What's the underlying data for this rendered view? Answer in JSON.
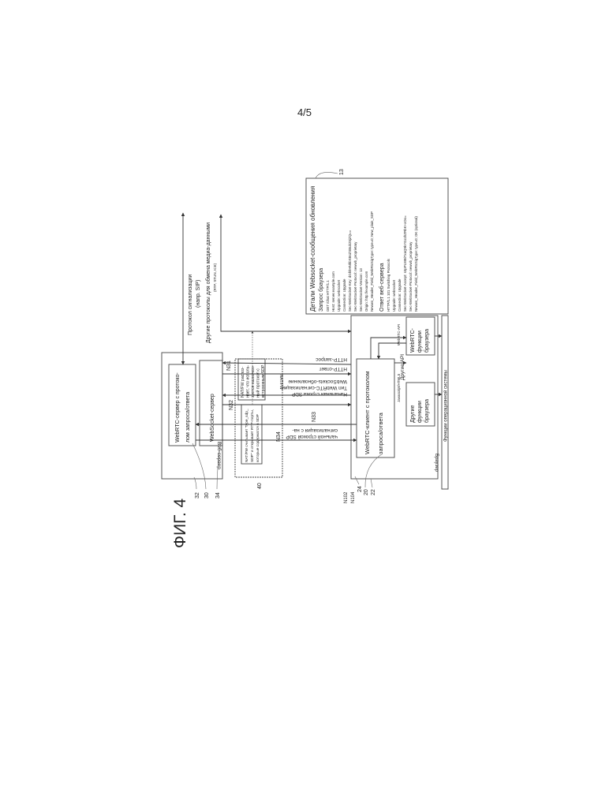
{
  "page_number": "4/5",
  "figure_label": "ФИГ. 4",
  "web_server": {
    "label": "Веб-сервер",
    "webrtc_server_line1": "WebRTC-сервер с протоко-",
    "webrtc_server_line2": "лом запроса/ответа",
    "websocket_server": "WebSocket-сервер"
  },
  "signaling": {
    "protocol_line1": "Протокол сигнализации",
    "protocol_line2": "(напр. SIP)",
    "media_line1": "Другие протоколы для обмена медиа-данными",
    "media_line2": "(RTP, STUN, ICE)"
  },
  "nat": {
    "label": "NAT/FW",
    "box1": [
      "NAT/FW распоз-",
      "нает, что исполь-",
      "зуется назначен-",
      "ный протокол с",
      "встроенным SDP"
    ],
    "box2": [
      "NAT/FW считывает \"type_sdp_",
      "SDP\" и открывает RTP-порты,",
      "которые содержатся в SDP"
    ]
  },
  "messages": {
    "http_request": "HTTP-запрос",
    "http_response": "HTTP-ответ",
    "ws_upgrade": "WebSockets-обновление",
    "ws_type": "Тип WebRTC-сигнализации",
    "ws_sdp": "Начальная строка SDP",
    "sig_line1": "сигнализация с на-",
    "sig_line2": "чальной строкой SDP"
  },
  "browser": {
    "label": "Браузер",
    "client_line1": "WebRTC-клиент с протоколом",
    "client_line2": "запроса/ответа",
    "js_html": "Javascript/HTML5",
    "webrtc_api": "WebRTC-API",
    "other_api": "Другие API",
    "other_functions": [
      "Другие",
      "функции",
      "браузера"
    ],
    "webrtc_functions": [
      "WebRTC-",
      "функции",
      "браузера"
    ],
    "os_functions": "Функции операционной системы"
  },
  "refs": {
    "r32": "32",
    "r30": "30",
    "r34": "34",
    "r40": "40",
    "n31": "N31",
    "n32": "N32",
    "n33": "N33",
    "n34": "N34",
    "n102": "N102",
    "n104": "N104",
    "r24": "24",
    "r20": "20",
    "r22": "22",
    "r13": "13"
  },
  "details": {
    "title": "Детали Websocket-сообщения обновления",
    "request_heading": "Запрос браузера",
    "request_lines": [
      "GET /chat HTTP/1.1",
      "Host: server.example.com",
      "Upgrade: websocket",
      "Connection: Upgrade",
      "Sec-WebSocket-Key: dGhlIHNhbXBsZSBub25jZQ==",
      "Sec-WebSocket-Protocol: newwb_proprietary",
      "Sec-WebSocket-Version: 13",
      "Origin: http://example.com",
      "Newws_Header_Field_WebRtcSigType: type=0; New_plain_SDP"
    ],
    "response_heading": "Ответ веб-сервера",
    "response_lines": [
      "HTTP/1.1 101 Switching Protocols",
      "Upgrade: websocket",
      "Connection: Upgrade",
      "Sec-WebSocket-Accept: s3pPLMBiTxaQ9kYGzzhZRbK+xOo=",
      "Sec-WebSocket-Protocol: newwb_proprietary",
      "Newws_Header_Field_WebRtcSigType: type=0; OK (optional)"
    ]
  }
}
